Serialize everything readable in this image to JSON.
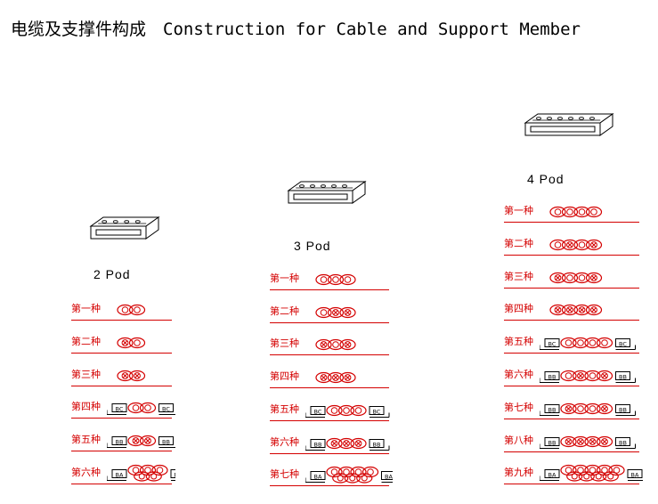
{
  "title": "电缆及支撑件构成　Construction for Cable and Support Member",
  "columns": [
    {
      "id": "2pod",
      "pod_label": "2 Pod",
      "pods": 2,
      "rows": [
        {
          "label": "第一种",
          "pattern": [
            "O",
            "O"
          ],
          "left": "",
          "right": ""
        },
        {
          "label": "第二种",
          "pattern": [
            "X",
            "O"
          ],
          "left": "",
          "right": ""
        },
        {
          "label": "第三种",
          "pattern": [
            "X",
            "X"
          ],
          "left": "",
          "right": ""
        },
        {
          "label": "第四种",
          "pattern": [
            "O",
            "O"
          ],
          "left": "BC",
          "right": "BC"
        },
        {
          "label": "第五种",
          "pattern": [
            "X",
            "X"
          ],
          "left": "BB",
          "right": "BB"
        },
        {
          "label": "第六种",
          "pattern": [
            "O",
            "O",
            "O"
          ],
          "left": "BA",
          "right": "BA",
          "double": true
        }
      ]
    },
    {
      "id": "3pod",
      "pod_label": "3 Pod",
      "pods": 3,
      "rows": [
        {
          "label": "第一种",
          "pattern": [
            "O",
            "O",
            "O"
          ],
          "left": "",
          "right": ""
        },
        {
          "label": "第二种",
          "pattern": [
            "O",
            "X",
            "X"
          ],
          "left": "",
          "right": ""
        },
        {
          "label": "第三种",
          "pattern": [
            "X",
            "O",
            "X"
          ],
          "left": "",
          "right": ""
        },
        {
          "label": "第四种",
          "pattern": [
            "X",
            "X",
            "X"
          ],
          "left": "",
          "right": ""
        },
        {
          "label": "第五种",
          "pattern": [
            "O",
            "O",
            "O"
          ],
          "left": "BC",
          "right": "BC"
        },
        {
          "label": "第六种",
          "pattern": [
            "X",
            "X",
            "X"
          ],
          "left": "BB",
          "right": "BB"
        },
        {
          "label": "第七种",
          "pattern": [
            "O",
            "O",
            "O",
            "O"
          ],
          "left": "BA",
          "right": "BA",
          "double": true
        }
      ]
    },
    {
      "id": "4pod",
      "pod_label": "4 Pod",
      "pods": 4,
      "rows": [
        {
          "label": "第一种",
          "pattern": [
            "O",
            "O",
            "O",
            "O"
          ],
          "left": "",
          "right": ""
        },
        {
          "label": "第二种",
          "pattern": [
            "O",
            "X",
            "O",
            "X"
          ],
          "left": "",
          "right": ""
        },
        {
          "label": "第三种",
          "pattern": [
            "X",
            "O",
            "O",
            "X"
          ],
          "left": "",
          "right": ""
        },
        {
          "label": "第四种",
          "pattern": [
            "X",
            "X",
            "X",
            "X"
          ],
          "left": "",
          "right": ""
        },
        {
          "label": "第五种",
          "pattern": [
            "O",
            "O",
            "O",
            "O"
          ],
          "left": "BC",
          "right": "BC"
        },
        {
          "label": "第六种",
          "pattern": [
            "O",
            "X",
            "O",
            "X"
          ],
          "left": "BB",
          "right": "BB"
        },
        {
          "label": "第七种",
          "pattern": [
            "X",
            "O",
            "O",
            "X"
          ],
          "left": "BB",
          "right": "BB"
        },
        {
          "label": "第八种",
          "pattern": [
            "X",
            "X",
            "X",
            "X"
          ],
          "left": "BB",
          "right": "BB"
        },
        {
          "label": "第九种",
          "pattern": [
            "O",
            "O",
            "O",
            "O",
            "O"
          ],
          "left": "BA",
          "right": "BA",
          "double": true
        }
      ]
    }
  ],
  "colors": {
    "accent": "#d40000",
    "ink": "#000000"
  }
}
